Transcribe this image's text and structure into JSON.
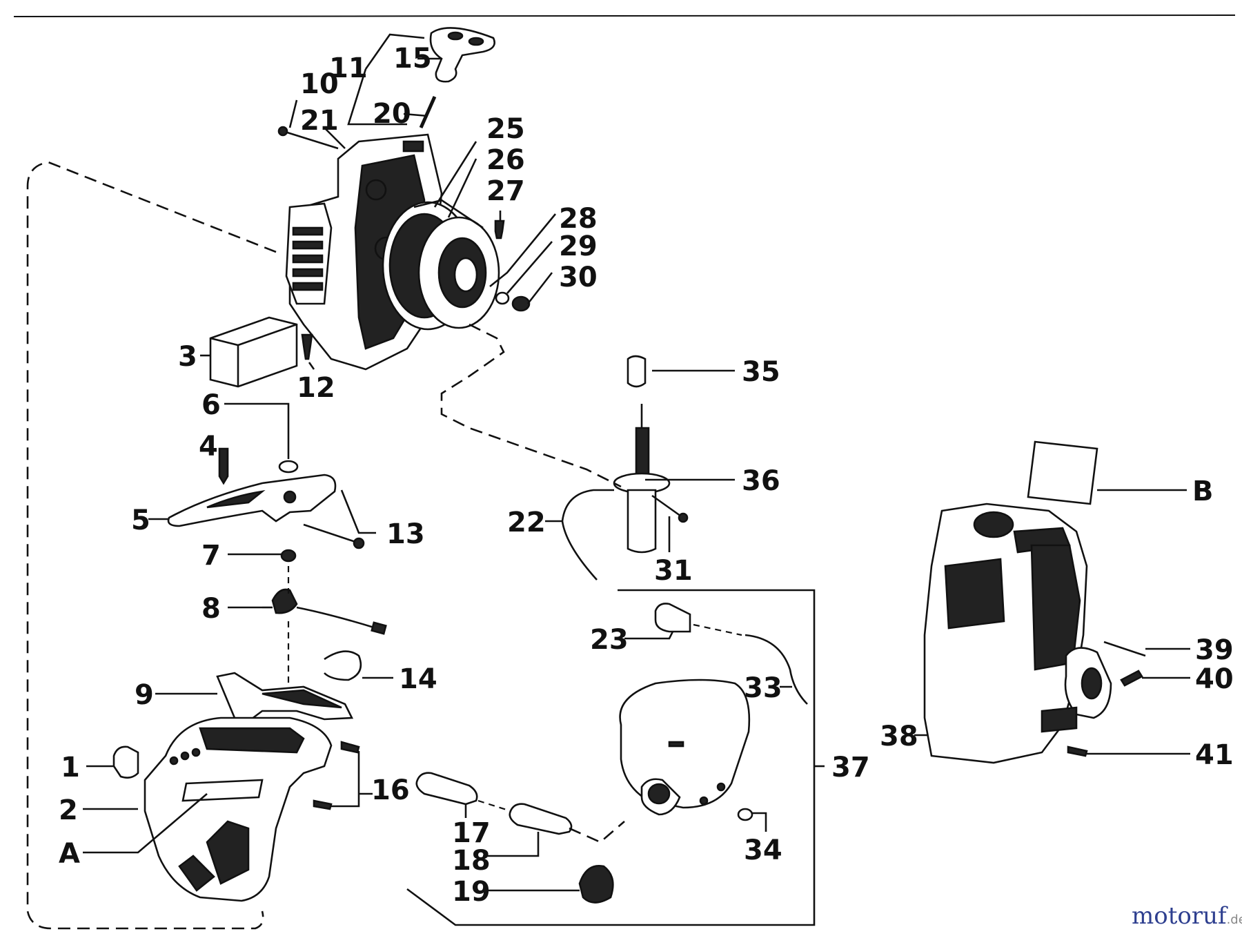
{
  "labels": {
    "l1": "1",
    "l2": "2",
    "l3": "3",
    "l4": "4",
    "l5": "5",
    "l6": "6",
    "l7": "7",
    "l8": "8",
    "l9": "9",
    "l10": "10",
    "l11": "11",
    "l12": "12",
    "l13": "13",
    "l14": "14",
    "l15": "15",
    "l16": "16",
    "l17": "17",
    "l18": "18",
    "l19": "19",
    "l20": "20",
    "l21": "21",
    "l22": "22",
    "l23": "23",
    "l25": "25",
    "l26": "26",
    "l27": "27",
    "l28": "28",
    "l29": "29",
    "l30": "30",
    "l31": "31",
    "l33": "33",
    "l34": "34",
    "l35": "35",
    "l36": "36",
    "l37": "37",
    "l38": "38",
    "l39": "39",
    "l40": "40",
    "l41": "41",
    "lA": "A",
    "lB": "B"
  },
  "watermark": {
    "brand": "motoruf",
    "suffix": ".de"
  },
  "colors": {
    "ink": "#111111",
    "background": "#ffffff",
    "watermark_brand": "#2e3f8f",
    "watermark_suffix": "#888888"
  }
}
